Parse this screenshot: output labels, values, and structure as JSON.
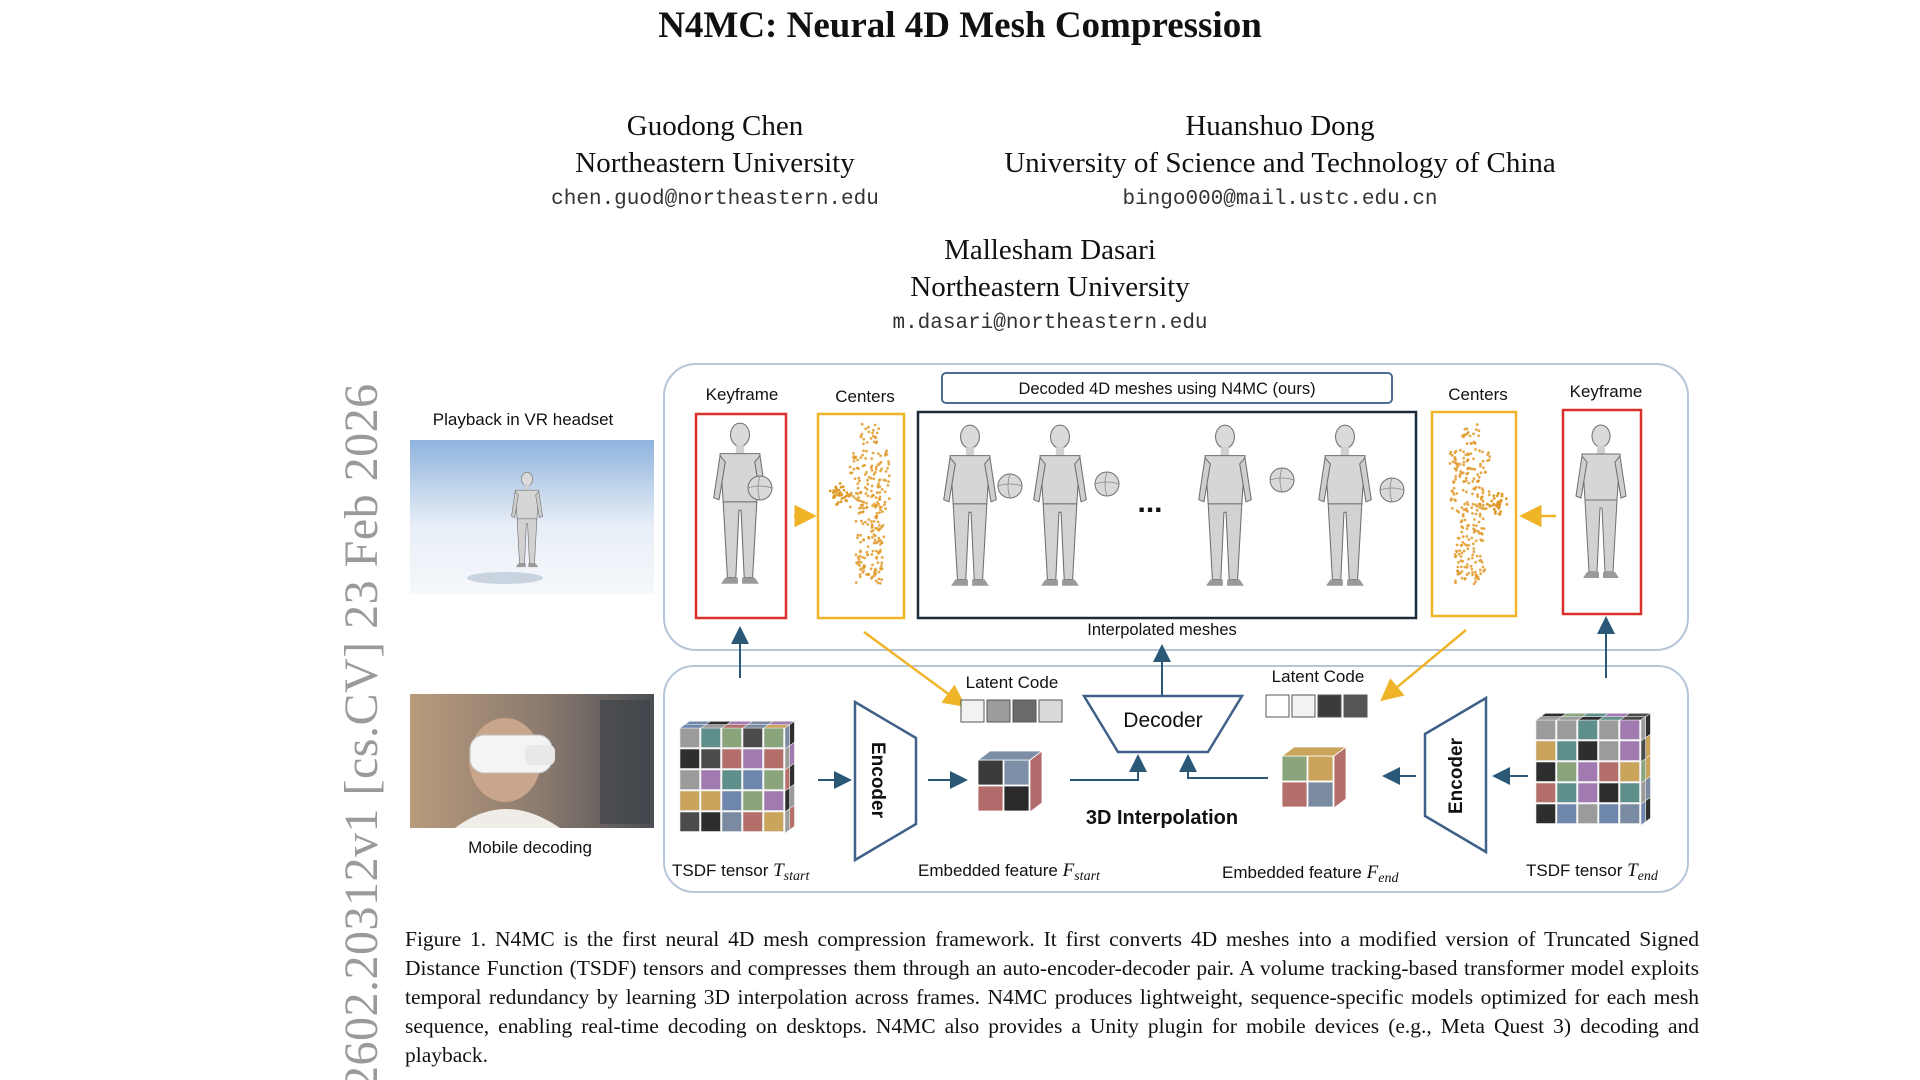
{
  "paper": {
    "title": "N4MC: Neural 4D Mesh Compression",
    "arxiv_id": "2602.20312v1  [cs.CV]  23 Feb 2026",
    "authors": [
      {
        "name": "Guodong Chen",
        "affiliation": "Northeastern University",
        "email": "chen.guod@northeastern.edu"
      },
      {
        "name": "Huanshuo Dong",
        "affiliation": "University of Science and Technology of China",
        "email": "bingo000@mail.ustc.edu.cn"
      },
      {
        "name": "Mallesham Dasari",
        "affiliation": "Northeastern University",
        "email": "m.dasari@northeastern.edu"
      }
    ]
  },
  "figure": {
    "playback_label": "Playback in VR headset",
    "mobile_label": "Mobile decoding",
    "keyframe_label": "Keyframe",
    "centers_label": "Centers",
    "decoded_banner": "Decoded 4D meshes using N4MC (ours)",
    "ellipsis": "...",
    "interpolated_label": "Interpolated meshes",
    "latent_code_label": "Latent Code",
    "decoder_label": "Decoder",
    "encoder_label": "Encoder",
    "interp_label": "3D Interpolation",
    "tsdf_prefix": "TSDF tensor",
    "tsdf_start_math": "T",
    "tsdf_start_sub": "start",
    "tsdf_end_math": "T",
    "tsdf_end_sub": "end",
    "embedded_prefix": "Embedded feature",
    "feat_start_math": "F",
    "feat_start_sub": "start",
    "feat_end_math": "F",
    "feat_end_sub": "end",
    "colors": {
      "keyframe_border": "#d9312b",
      "centers_border": "#f0b428",
      "arrow_orange": "#f0b428",
      "arrow_blue": "#2c5877",
      "panel_border": "#b7c5d8",
      "encoder_stroke": "#3f6189"
    }
  },
  "caption": "Figure 1.  N4MC is the first neural 4D mesh compression framework.  It first converts 4D meshes into a modified version of Truncated Signed Distance Function (TSDF) tensors and compresses them through an auto-encoder-decoder pair.  A volume tracking-based transformer model exploits temporal redundancy by learning 3D interpolation across frames.  N4MC produces lightweight, sequence-specific models optimized for each mesh sequence, enabling real-time decoding on desktops.  N4MC also provides a Unity plugin for mobile devices (e.g., Meta Quest 3) decoding and playback."
}
